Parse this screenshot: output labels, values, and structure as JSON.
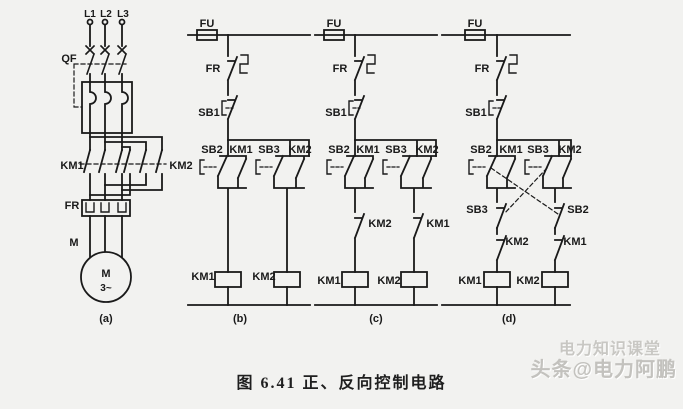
{
  "caption": "图 6.41  正、反向控制电路",
  "watermark": {
    "line1": "电力知识课堂",
    "line2": "头条@电力阿鹏"
  },
  "colors": {
    "line": "#1a1a1a",
    "background": "#f2f2f0",
    "watermark_text": "#c8c7c3"
  },
  "panel_a": {
    "label": "(a)",
    "phase_l1": "L1",
    "phase_l2": "L2",
    "phase_l3": "L3",
    "breaker": "QF",
    "contactor_left": "KM1",
    "contactor_right": "KM2",
    "thermal_relay": "FR",
    "motor_prefix": "M",
    "motor_name": "M",
    "motor_phase": "3~"
  },
  "panel_b": {
    "label": "(b)",
    "fuse": "FU",
    "thermal_contact": "FR",
    "stop_button": "SB1",
    "start_fwd_button": "SB2",
    "km1_seal": "KM1",
    "start_rev_button": "SB3",
    "km2_seal": "KM2",
    "km1_coil": "KM1",
    "km2_coil": "KM2"
  },
  "panel_c": {
    "label": "(c)",
    "fuse": "FU",
    "thermal_contact": "FR",
    "stop_button": "SB1",
    "start_fwd_button": "SB2",
    "km1_seal": "KM1",
    "start_rev_button": "SB3",
    "km2_seal": "KM2",
    "km2_interlock": "KM2",
    "km1_interlock": "KM1",
    "km1_coil": "KM1",
    "km2_coil": "KM2"
  },
  "panel_d": {
    "label": "(d)",
    "fuse": "FU",
    "thermal_contact": "FR",
    "stop_button": "SB1",
    "start_fwd_button": "SB2",
    "km1_seal": "KM1",
    "start_rev_button": "SB3",
    "km2_seal": "KM2",
    "sb3_interlock": "SB3",
    "sb2_interlock": "SB2",
    "km2_interlock": "KM2",
    "km1_interlock": "KM1",
    "km1_coil": "KM1",
    "km2_coil": "KM2"
  }
}
